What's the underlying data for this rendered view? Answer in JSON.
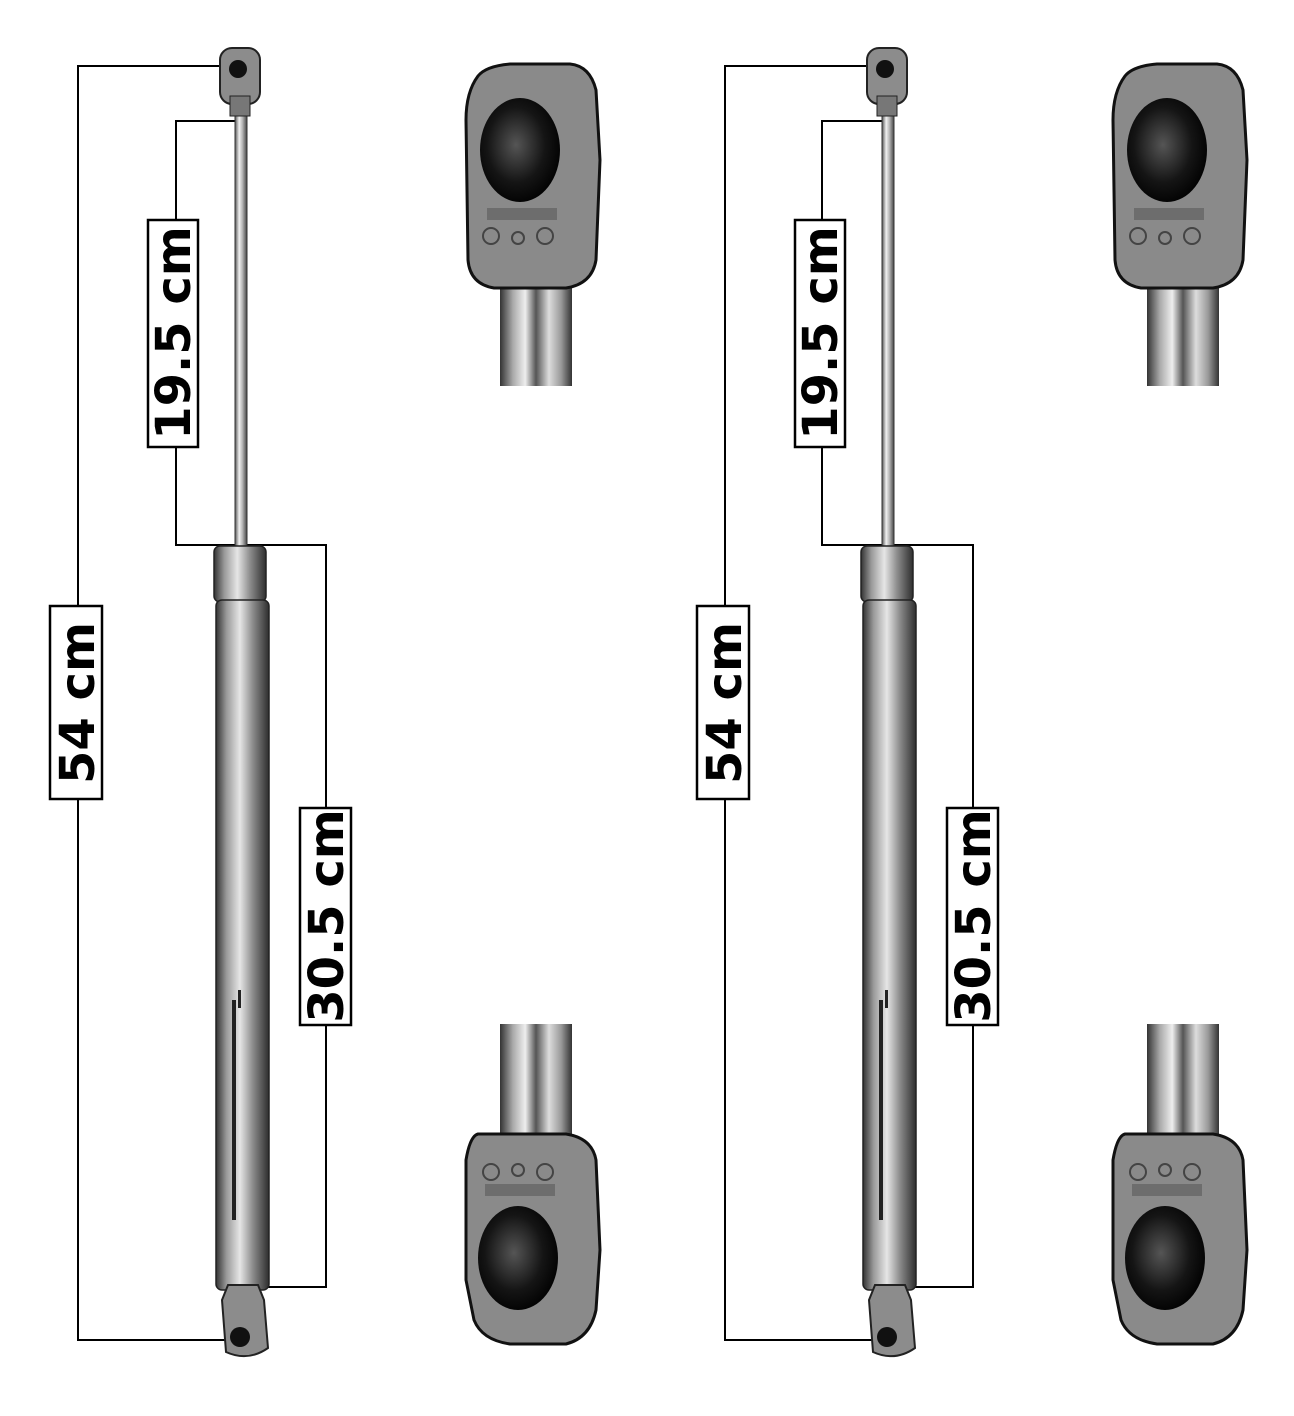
{
  "units": [
    {
      "total_length_label": "54 cm",
      "extended_rod_label": "19.5 cm",
      "compressed_body_label": "30.5 cm"
    },
    {
      "total_length_label": "54 cm",
      "extended_rod_label": "19.5 cm",
      "compressed_body_label": "30.5 cm"
    }
  ],
  "colors": {
    "line": "#000000",
    "fitting": "#8c8c8c",
    "fitting_dark": "#333333",
    "metal_light": "#e8e8e8",
    "metal_mid": "#9a9a9a",
    "metal_dark": "#4a4a4a"
  },
  "icons": [
    "gas-strut-icon",
    "eyelet-fitting-icon"
  ]
}
